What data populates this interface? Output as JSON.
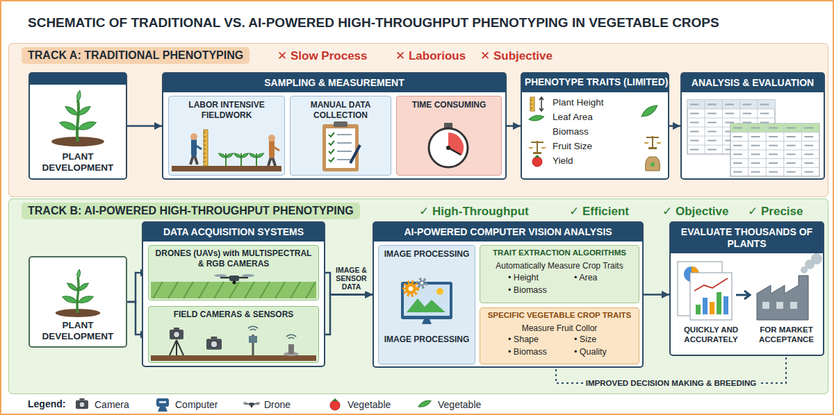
{
  "diagram": {
    "title": "SCHEMATIC OF TRADITIONAL VS. AI-POWERED HIGH-THROUGHPUT PHENOTYPING IN VEGETABLE CROPS",
    "nodes": [
      {
        "text": [
          "TRACK A: TRADITIONAL PHENOTYPING",
          "✕ Slow Process",
          "✕ Laborious",
          "✕ Subjective"
        ]
      },
      {
        "text": [
          "PLANT DEVELOPMENT"
        ],
        "in": 0
      },
      {
        "text": [
          "SAMPLING & MEASUREMENT"
        ],
        "in": 0
      },
      {
        "text": [
          "LABOR INTENSIVE FIELDWORK"
        ],
        "in": 2
      },
      {
        "text": [
          "MANUAL DATA COLLECTION"
        ],
        "in": 2
      },
      {
        "text": [
          "TIME CONSUMING"
        ],
        "in": 2
      },
      {
        "text": [
          "PHENOTYPE TRAITS (LIMITED)",
          "Plant Height",
          "Leaf Area",
          "Biomass",
          "Fruit Size",
          "Yield"
        ],
        "in": 0
      },
      {
        "text": [
          "ANALYSIS & EVALUATION"
        ],
        "in": 0
      },
      {
        "text": [
          "TRACK B: AI-POWERED HIGH-THROUGHPUT PHENOTYPING",
          "✓ High-Throughput",
          "✓ Efficient",
          "✓ Objective",
          "✓ Precise"
        ]
      },
      {
        "text": [
          "PLANT DEVELOPMENT"
        ],
        "in": 8
      },
      {
        "text": [
          "DATA ACQUISITION SYSTEMS"
        ],
        "in": 8
      },
      {
        "text": [
          "DRONES (UAVs) with MULTISPECTRAL & RGB CAMERAS"
        ],
        "in": 10
      },
      {
        "text": [
          "FIELD CAMERAS & SENSORS"
        ],
        "in": 10
      },
      {
        "text": [
          "AI-POWERED COMPUTER VISION ANALYSIS"
        ],
        "in": 8
      },
      {
        "text": [
          "IMAGE PROCESSING",
          "IMAGE PROCESSING"
        ],
        "in": 13
      },
      {
        "text": [
          "TRAIT EXTRACTION ALGORITHMS",
          "Automatically Measure Crop Traits",
          "• Height",
          "• Area",
          "• Biomass"
        ],
        "in": 13
      },
      {
        "text": [
          "SPECIFIC VEGETABLE CROP TRAITS",
          "Measure Fruit Collor",
          "• Shape",
          "• Size",
          "• Biomass",
          "• Quality"
        ],
        "in": 13
      },
      {
        "text": [
          "EVALUATE THOUSANDS OF PLANTS",
          "QUICKLY AND ACCURATELY",
          "FOR MARKET ACCEPTANCE"
        ],
        "in": 8
      }
    ],
    "edges": [
      {
        "from": 1,
        "to": 2,
        "arrow": "to"
      },
      {
        "from": 2,
        "to": 6,
        "arrow": "to"
      },
      {
        "from": 6,
        "to": 7,
        "arrow": "to"
      },
      {
        "from": 9,
        "to": 11,
        "arrow": "to"
      },
      {
        "from": 9,
        "to": 12,
        "arrow": "to"
      },
      {
        "from": 11,
        "to": 13,
        "label": "IMAGE & SENSOR DATA",
        "arrow": "to"
      },
      {
        "from": 12,
        "to": 13,
        "arrow": "to"
      },
      {
        "from": 13,
        "to": 17,
        "arrow": "to"
      },
      {
        "from": 16,
        "to": 17,
        "label": "IMPROVED DECISION MAKING & BREEDING",
        "arrow": "none"
      }
    ],
    "labels": [
      "Legend:"
    ],
    "legend": [
      {
        "text": "Camera"
      },
      {
        "text": "Computer"
      },
      {
        "text": "Drone"
      },
      {
        "text": "Vegetable"
      },
      {
        "text": "Vegetable"
      }
    ]
  }
}
